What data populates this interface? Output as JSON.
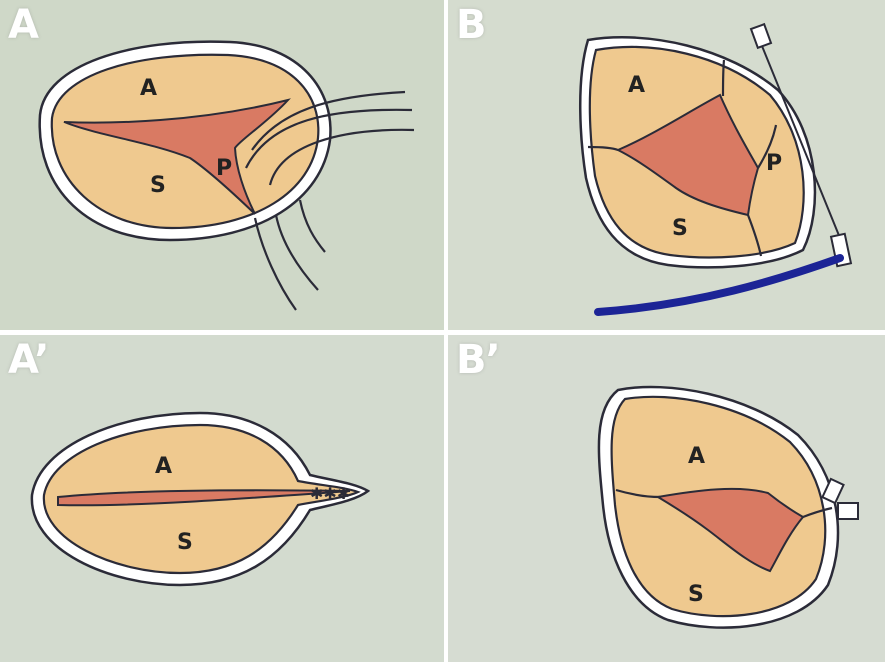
{
  "panels": [
    {
      "id": "A",
      "tag": "A",
      "labels": [
        "A",
        "S",
        "P"
      ]
    },
    {
      "id": "B",
      "tag": "B",
      "labels": [
        "A",
        "P",
        "S"
      ]
    },
    {
      "id": "A2",
      "tag": "A’",
      "labels": [
        "A",
        "S"
      ]
    },
    {
      "id": "B2",
      "tag": "B’",
      "labels": [
        "A",
        "S"
      ]
    }
  ],
  "colors": {
    "background": "#cfd8c8",
    "leaflet": "#efc98f",
    "orifice": "#d97a63",
    "ink": "#2b2b38",
    "band": "#1c2496"
  }
}
